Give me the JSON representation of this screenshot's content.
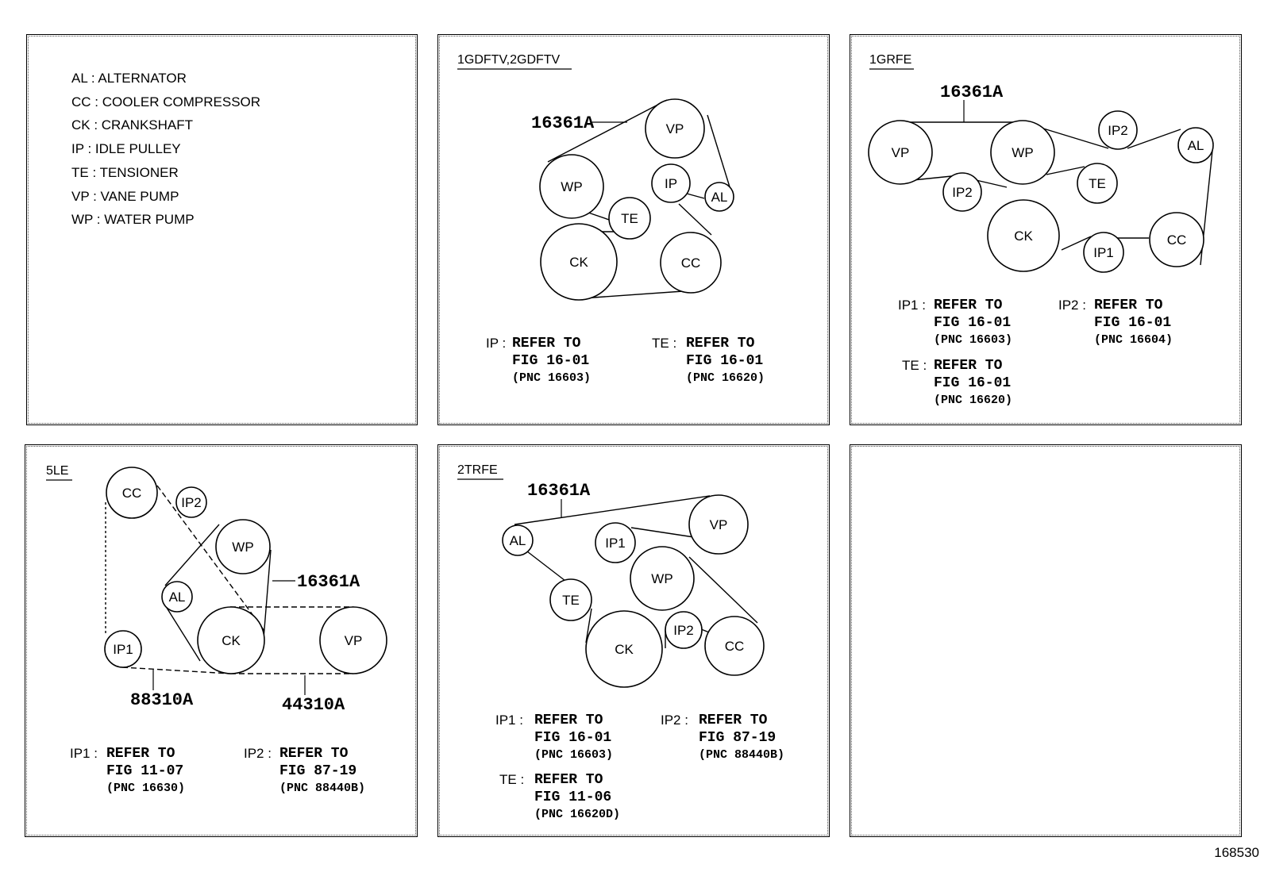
{
  "legend": [
    "AL : ALTERNATOR",
    "CC : COOLER COMPRESSOR",
    "CK : CRANKSHAFT",
    "IP : IDLE PULLEY",
    "TE : TENSIONER",
    "VP : VANE PUMP",
    "WP : WATER PUMP"
  ],
  "engines": {
    "gd": "1GDFTV,2GDFTV",
    "gr": "1GRFE",
    "le": "5LE",
    "tr": "2TRFE"
  },
  "parts": {
    "belt": "16361A",
    "le_a": "88310A",
    "le_b": "44310A"
  },
  "pulleys": {
    "vp": "VP",
    "wp": "WP",
    "te": "TE",
    "ck": "CK",
    "cc": "CC",
    "al": "AL",
    "ip": "IP",
    "ip1": "IP1",
    "ip2": "IP2"
  },
  "notes": {
    "refer": "REFER TO",
    "gd_ip": {
      "key": "IP :",
      "fig": "FIG 16-01",
      "pnc": "(PNC 16603)"
    },
    "gd_te": {
      "key": "TE :",
      "fig": "FIG 16-01",
      "pnc": "(PNC 16620)"
    },
    "gr_ip1": {
      "key": "IP1 :",
      "fig": "FIG 16-01",
      "pnc": "(PNC 16603)"
    },
    "gr_ip2": {
      "key": "IP2 :",
      "fig": "FIG 16-01",
      "pnc": "(PNC 16604)"
    },
    "gr_te": {
      "key": "TE :",
      "fig": "FIG 16-01",
      "pnc": "(PNC 16620)"
    },
    "le_ip1": {
      "key": "IP1 :",
      "fig": "FIG 11-07",
      "pnc": "(PNC 16630)"
    },
    "le_ip2": {
      "key": "IP2 :",
      "fig": "FIG 87-19",
      "pnc": "(PNC 88440B)"
    },
    "tr_ip1": {
      "key": "IP1 :",
      "fig": "FIG 16-01",
      "pnc": "(PNC 16603)"
    },
    "tr_ip2": {
      "key": "IP2 :",
      "fig": "FIG 87-19",
      "pnc": "(PNC 88440B)"
    },
    "tr_te": {
      "key": "TE :",
      "fig": "FIG 11-06",
      "pnc": "(PNC 16620D)"
    }
  },
  "figure_number": "168530"
}
